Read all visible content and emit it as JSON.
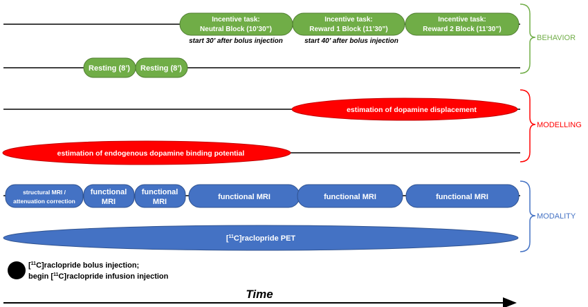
{
  "colors": {
    "behavior": "#70ad47",
    "behavior_stroke": "#507e32",
    "modelling": "#ff0000",
    "modelling_stroke": "#c00000",
    "modality": "#4472c4",
    "modality_stroke": "#2f528f"
  },
  "sections": {
    "behavior": "BEHAVIOR",
    "modelling": "MODELLING",
    "modality": "MODALITY"
  },
  "behavior": {
    "task_neutral": [
      "Incentive task:",
      "Neutral Block (10’30”)"
    ],
    "task_reward1": [
      "Incentive task:",
      "Reward 1 Block (11’30”)"
    ],
    "task_reward2": [
      "Incentive task:",
      "Reward 2 Block (11’30”)"
    ],
    "note_neutral": "start 30’ after bolus injection",
    "note_reward1": "start 40’ after bolus injection",
    "resting_1": "Resting (8’)",
    "resting_2": "Resting (8’)"
  },
  "modelling": {
    "displacement": "estimation of dopamine displacement",
    "binding": "estimation of endogenous dopamine binding potential"
  },
  "modality": {
    "structural": [
      "structural MRI /",
      "attenuation correction"
    ],
    "functional_short_1": [
      "functional",
      "MRI"
    ],
    "functional_short_2": [
      "functional",
      "MRI"
    ],
    "functional_1": "functional MRI",
    "functional_2": "functional MRI",
    "functional_3": "functional MRI",
    "pet_prefix": "[",
    "pet_sup": "11",
    "pet_suffix": "C]raclopride PET"
  },
  "legend": {
    "line1_prefix": "[",
    "line1_sup": "11",
    "line1_suffix": "C]raclopride bolus injection;",
    "line2_prefix": "begin [",
    "line2_sup": "11",
    "line2_suffix": "C]raclopride infusion injection"
  },
  "time_label": "Time"
}
